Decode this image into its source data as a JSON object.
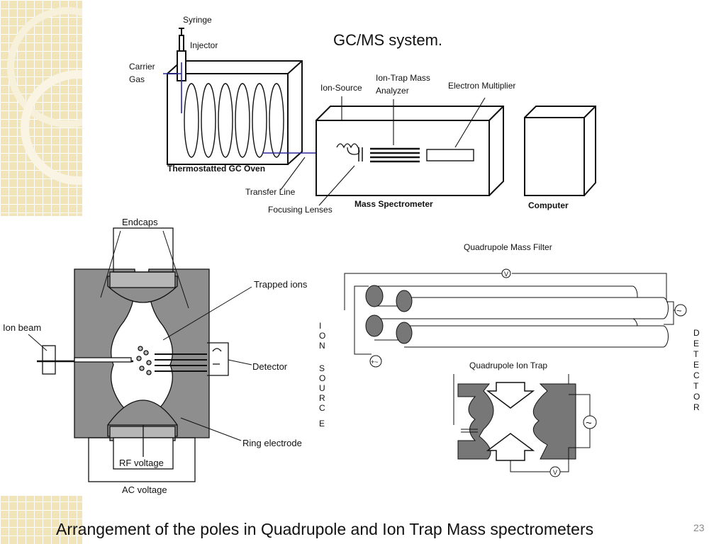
{
  "slide": {
    "title": "GC/MS system.",
    "caption": "Arrangement of the poles in Quadrupole and Ion Trap Mass spectrometers",
    "page_number": "23"
  },
  "gcms": {
    "syringe": "Syringe",
    "injector": "Injector",
    "carrier_gas_1": "Carrier",
    "carrier_gas_2": "Gas",
    "oven": "Thermostatted GC Oven",
    "transfer_line": "Transfer Line",
    "focusing_lenses": "Focusing Lenses",
    "ion_source": "Ion-Source",
    "ion_trap_1": "Ion-Trap Mass",
    "ion_trap_2": "Analyzer",
    "electron_multiplier": "Electron Multiplier",
    "mass_spectrometer": "Mass Spectrometer",
    "computer": "Computer"
  },
  "iontrap": {
    "endcaps": "Endcaps",
    "trapped_ions": "Trapped ions",
    "ion_beam": "Ion  beam",
    "detector": "Detector",
    "ring_electrode": "Ring electrode",
    "rf_voltage": "RF voltage",
    "ac_voltage": "AC voltage"
  },
  "quad": {
    "title": "Quadrupole Mass Filter",
    "ion_source_letters": [
      "I",
      "O",
      "N",
      "",
      "S",
      "O",
      "U",
      "R",
      "C",
      "E"
    ],
    "detector_letters": [
      "D",
      "E",
      "T",
      "E",
      "C",
      "T",
      "O",
      "R"
    ],
    "v_label": "V",
    "plus_ac": "+~",
    "ac": "~",
    "ion_trap_title": "Quadrupole Ion Trap",
    "trap_v": "V",
    "trap_ac": "~"
  },
  "colors": {
    "background_tile": "#e9d9a6",
    "electrode_gray": "#8e8e8e",
    "rod_gray": "#777777",
    "blue_line": "#2a2a9a"
  }
}
